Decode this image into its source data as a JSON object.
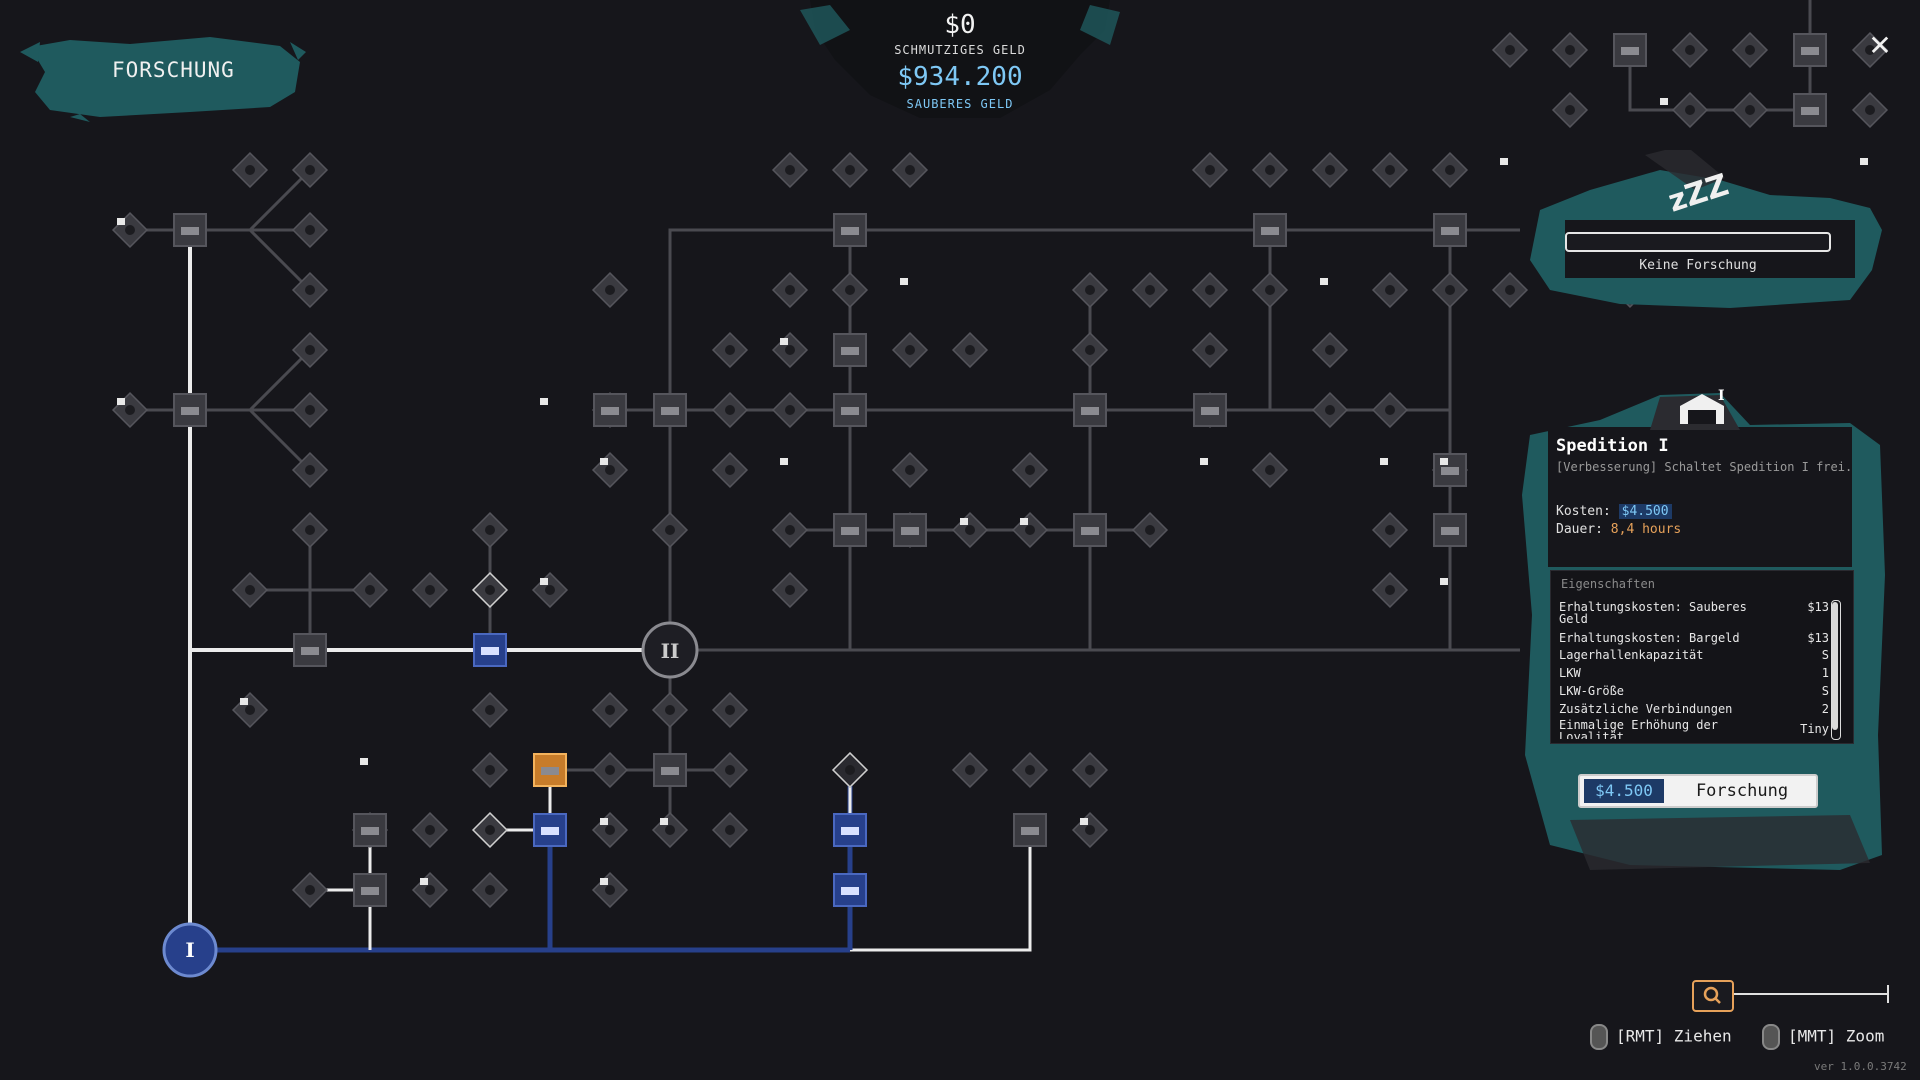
{
  "header": {
    "title": "FORSCHUNG",
    "dirty_money_value": "$0",
    "dirty_money_label": "SCHMUTZIGES GELD",
    "clean_money_value": "$934.200",
    "clean_money_label": "SAUBERES GELD"
  },
  "current_research": {
    "status_text": "Keine Forschung",
    "sleep_icon": "zzz-icon",
    "progress": 0
  },
  "tree": {
    "tier_markers": [
      "I",
      "II"
    ],
    "icons": [
      "lock-icon",
      "truck-icon",
      "warehouse-icon",
      "money-icon",
      "timer-icon",
      "blocked-icon",
      "skull-icon",
      "gun-icon"
    ]
  },
  "detail": {
    "title": "Spedition I",
    "description": "[Verbesserung] Schaltet Spedition I frei.",
    "cost_label": "Kosten:",
    "cost_value": "$4.500",
    "duration_label": "Dauer:",
    "duration_value": "8,4 hours",
    "properties_header": "Eigenschaften",
    "properties": [
      {
        "name": "Erhaltungskosten: Sauberes Geld",
        "value": "$13"
      },
      {
        "name": "Erhaltungskosten: Bargeld",
        "value": "$13"
      },
      {
        "name": "Lagerhallenkapazität",
        "value": "S"
      },
      {
        "name": "LKW",
        "value": "1"
      },
      {
        "name": "LKW-Größe",
        "value": "S"
      },
      {
        "name": "Zusätzliche Verbindungen",
        "value": "2"
      },
      {
        "name": "Einmalige Erhöhung der Loyalität",
        "value": "Tiny"
      }
    ],
    "button_price": "$4.500",
    "button_label": "Forschung"
  },
  "controls": {
    "drag_hint": "[RMT] Ziehen",
    "zoom_hint": "[MMT] Zoom",
    "version": "ver 1.0.0.3742"
  },
  "colors": {
    "background": "#16161b",
    "teal": "#1f5a5e",
    "active_line": "#27408b",
    "unlocked_line": "#ececec",
    "locked_line": "#4a4a50",
    "selected": "#e6a15a",
    "clean_money": "#7ec8f5"
  }
}
